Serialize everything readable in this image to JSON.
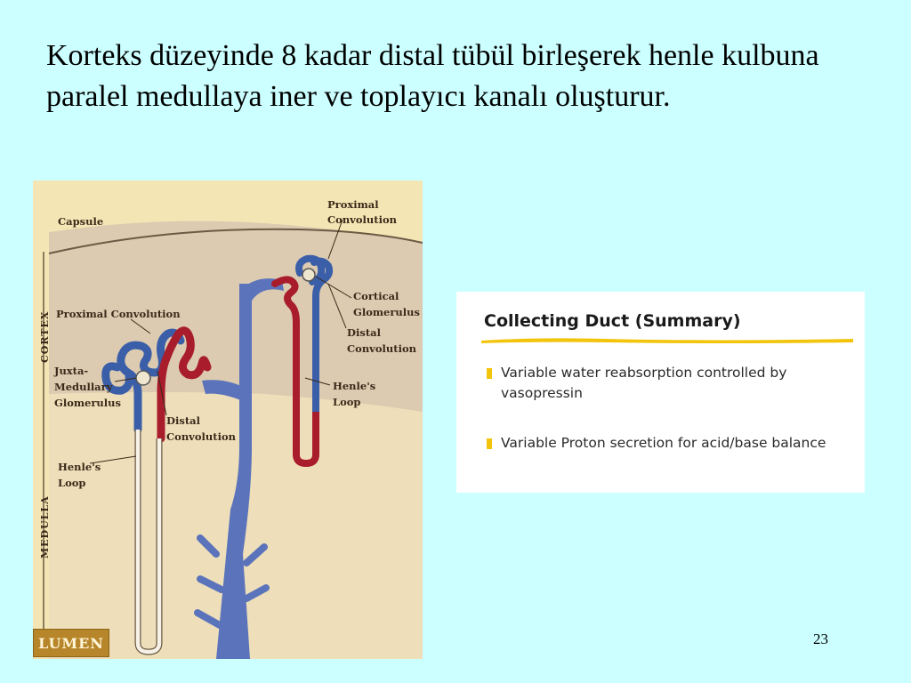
{
  "slide": {
    "title": "Korteks düzeyinde 8 kadar distal tübül birleşerek henle kulbuna paralel medullaya iner ve toplayıcı kanalı oluşturur.",
    "page_number": "23"
  },
  "figure": {
    "labels": {
      "capsule": "Capsule",
      "cortex": "CORTEX",
      "medulla": "MEDULLA",
      "proximal_convolution_left": "Proximal Convolution",
      "juxta_line1": "Juxta-",
      "juxta_line2": "Medullary",
      "juxta_line3": "Glomerulus",
      "distal_left_line1": "Distal",
      "distal_left_line2": "Convolution",
      "henle_left_line1": "Henle's",
      "henle_left_line2": "Loop",
      "proximal_right_line1": "Proximal",
      "proximal_right_line2": "Convolution",
      "cortical_line1": "Cortical",
      "cortical_line2": "Glomerulus",
      "distal_right_line1": "Distal",
      "distal_right_line2": "Convolution",
      "henle_right_line1": "Henle's",
      "henle_right_line2": "Loop"
    },
    "colors": {
      "background": "#f4e6b4",
      "cortex_band": "#dccbb0",
      "proximal_tubule": "#3a5ea8",
      "distal_tubule": "#a81c2c",
      "collecting_duct": "#5b73bb"
    },
    "logo": "LUMEN"
  },
  "summary": {
    "title": "Collecting Duct (Summary)",
    "bullets": [
      "Variable water reabsorption controlled by vasopressin",
      "Variable Proton secretion for acid/base balance"
    ],
    "bullet_color": "#f2c40c"
  }
}
